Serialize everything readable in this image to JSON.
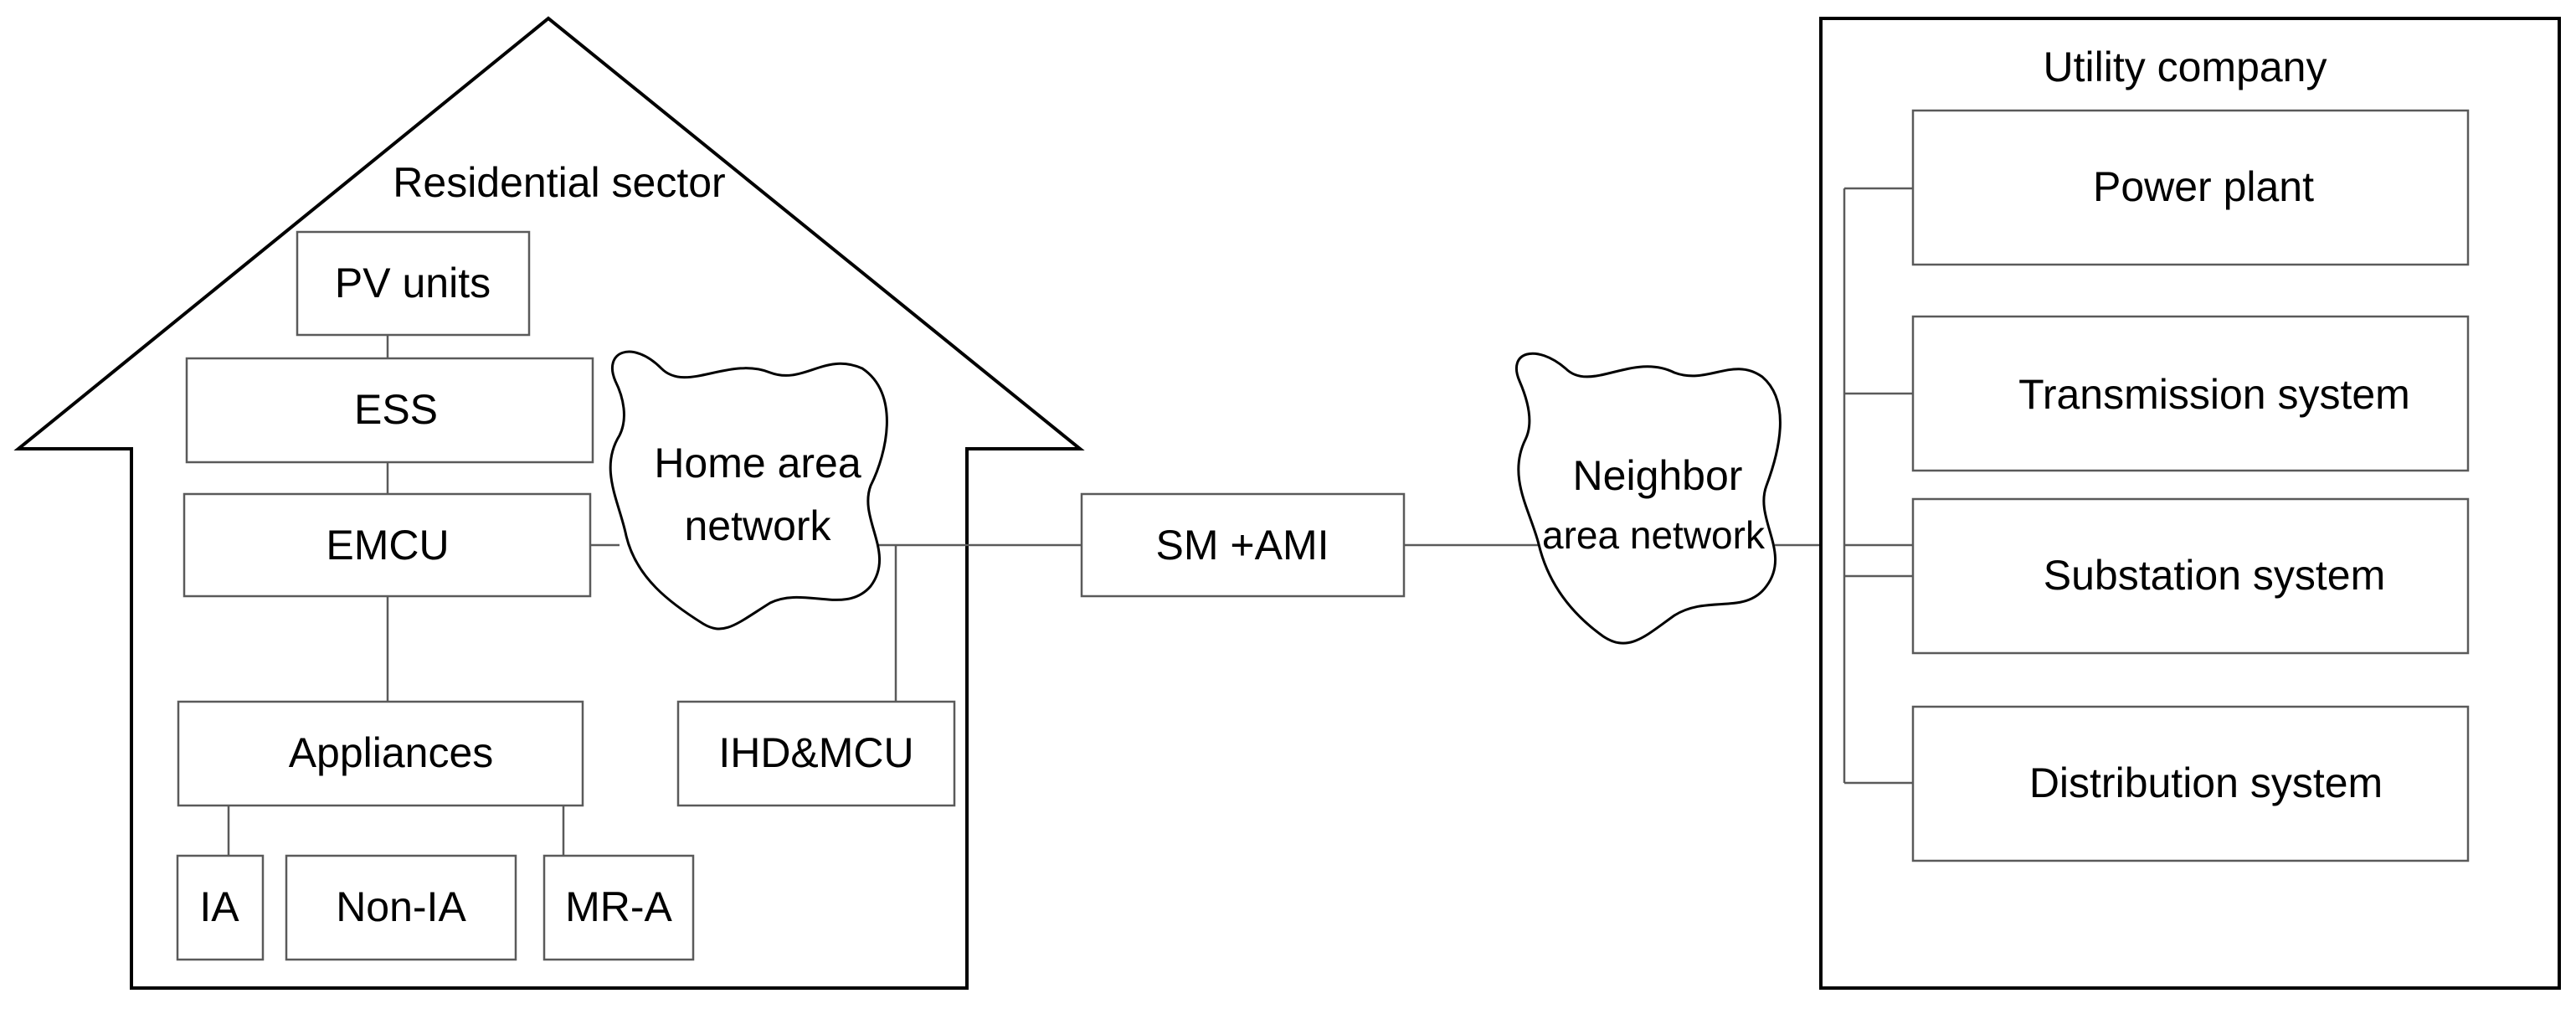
{
  "residential": {
    "title": "Residential sector",
    "pv_units": "PV units",
    "ess": "ESS",
    "emcu": "EMCU",
    "appliances": "Appliances",
    "ia": "IA",
    "non_ia": "Non-IA",
    "mr_a": "MR-A",
    "ihd_mcu": "IHD&MCU"
  },
  "home_area_network": {
    "line1": "Home area",
    "line2": "network"
  },
  "sm_ami": "SM +AMI",
  "neighbor_area_network": {
    "line1": "Neighbor",
    "line2": "area network"
  },
  "utility": {
    "title": "Utility company",
    "power_plant": "Power plant",
    "transmission": "Transmission system",
    "substation": "Substation system",
    "distribution": "Distribution system"
  }
}
